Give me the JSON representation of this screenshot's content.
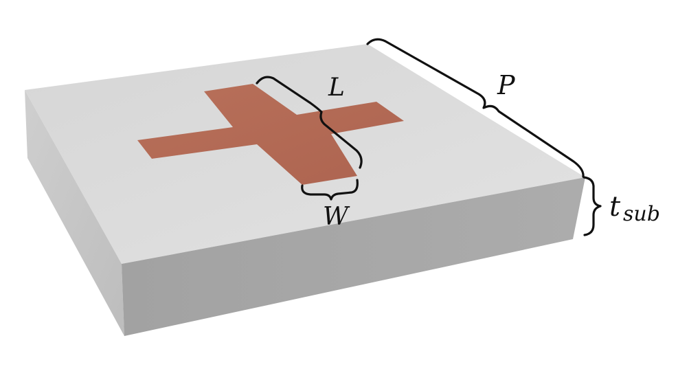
{
  "labels": {
    "L": "L",
    "P": "P",
    "W": "W",
    "t": "t",
    "sub": "sub"
  },
  "colors": {
    "substrate_top": "#d9d9d9",
    "substrate_left": "#c9c9c9",
    "substrate_front": "#a7a7a7",
    "cross": "#b56a56",
    "bracket": "#111111",
    "background": "#ffffff"
  }
}
